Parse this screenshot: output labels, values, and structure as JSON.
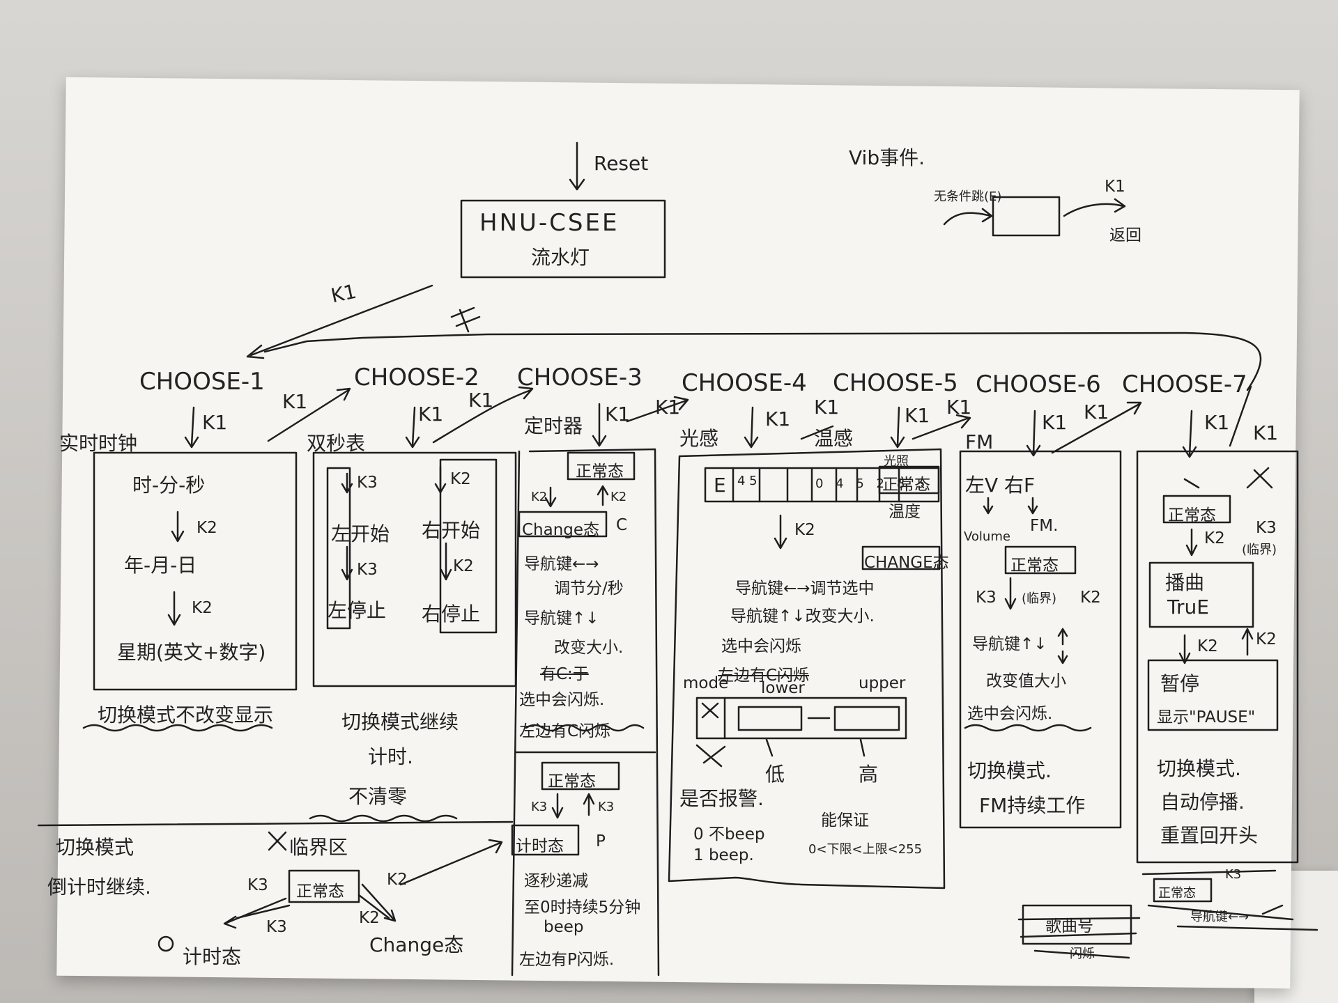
{
  "reset": "Reset",
  "main_box": {
    "line1": "HNU-CSEE",
    "line2": "流水灯"
  },
  "k1_top": "K1",
  "vib": {
    "title": "Vib事件.",
    "in_label": "无条件跳(E)",
    "out_key": "K1",
    "out_label": "返回"
  },
  "k1": "K1",
  "chooses": [
    "CHOOSE-1",
    "CHOOSE-2",
    "CHOOSE-3",
    "CHOOSE-4",
    "CHOOSE-5",
    "CHOOSE-6",
    "CHOOSE-7"
  ],
  "c1": {
    "name": "实时时钟",
    "line1": "时-分-秒",
    "k2a": "K2",
    "line2": "年-月-日",
    "k2b": "K2",
    "line3": "星期(英文+数字)",
    "note": "切换模式不改变显示"
  },
  "c2": {
    "name": "双秒表",
    "k3a": "K3",
    "left_start": "左开始",
    "k3b": "K3",
    "left_stop": "左停止",
    "k2a": "K2",
    "right_start": "右开始",
    "k2b": "K2",
    "right_stop": "右停止",
    "note1": "切换模式继续",
    "note2": "计时.",
    "note3": "不清零"
  },
  "c3": {
    "name": "定时器",
    "normal": "正常态",
    "k2_down": "K2",
    "k2_up": "K2",
    "change": "Change态",
    "c_mark": "C",
    "nav1": "导航键←→",
    "nav1b": "调节分/秒",
    "nav2": "导航键↑↓",
    "nav2b": "改变大小.",
    "struck": "有C:于",
    "blink1": "选中会闪烁.",
    "blink2": "左边有C闪烁",
    "normal2": "正常态",
    "k3_down": "K3",
    "k3_up": "K3",
    "timing": "计时态",
    "p_mark": "P",
    "count1": "逐秒递减",
    "count2": "至0时持续5分钟",
    "count3": "beep",
    "blink3": "左边有P闪烁."
  },
  "c45": {
    "name4": "光感",
    "name5": "温感",
    "disp_e": "E",
    "disp_mid": "4 5",
    "digits": "0 4 5 2 8 5",
    "light": "光照",
    "normal": "正常态",
    "temp": "温度",
    "k2": "K2",
    "change": "CHANGE态",
    "nav1": "导航键←→调节选中",
    "nav2": "导航键↑↓改变大小.",
    "blink": "选中会闪烁",
    "struck": "左边有C闪烁",
    "mode": "mode",
    "lower": "lower",
    "upper": "upper",
    "low": "低",
    "high": "高",
    "alarm": "是否报警.",
    "a0": "0 不beep",
    "a1": "1 beep.",
    "guarantee": "能保证",
    "range": "0<下限<上限<255"
  },
  "c6": {
    "name": "FM",
    "lr": "左V 右F",
    "vol": "Volume",
    "fm": "FM.",
    "normal": "正常态",
    "k3": "K3",
    "crit": "(临界)",
    "k2": "K2",
    "nav": "导航键↑↓",
    "nav2": "改变值大小",
    "blink": "选中会闪烁.",
    "note1": "切换模式.",
    "note2": "FM持续工作"
  },
  "c7": {
    "normal": "正常态",
    "k3": "K3",
    "crit": "(临界)",
    "k2": "K2",
    "song1": "播曲",
    "song2": "TruE",
    "k2b": "K2",
    "k2c": "K2",
    "pause": "暂停",
    "pause2": "显示\"PAUSE\"",
    "note1": "切换模式.",
    "note2": "自动停播.",
    "note3": "重置回开头"
  },
  "bottom_left": {
    "note1": "切换模式",
    "note2": "倒计时继续.",
    "crit": "临界区",
    "normal": "正常态",
    "k3a": "K3",
    "k3b": "K3",
    "k2a": "K2",
    "k2b": "K2",
    "timing": "计时态",
    "change": "Change态"
  },
  "bottom_right": {
    "song": "歌曲号",
    "blink": "闪烁",
    "normal": "正常态",
    "k3": "K3",
    "nav": "导航键←→"
  }
}
